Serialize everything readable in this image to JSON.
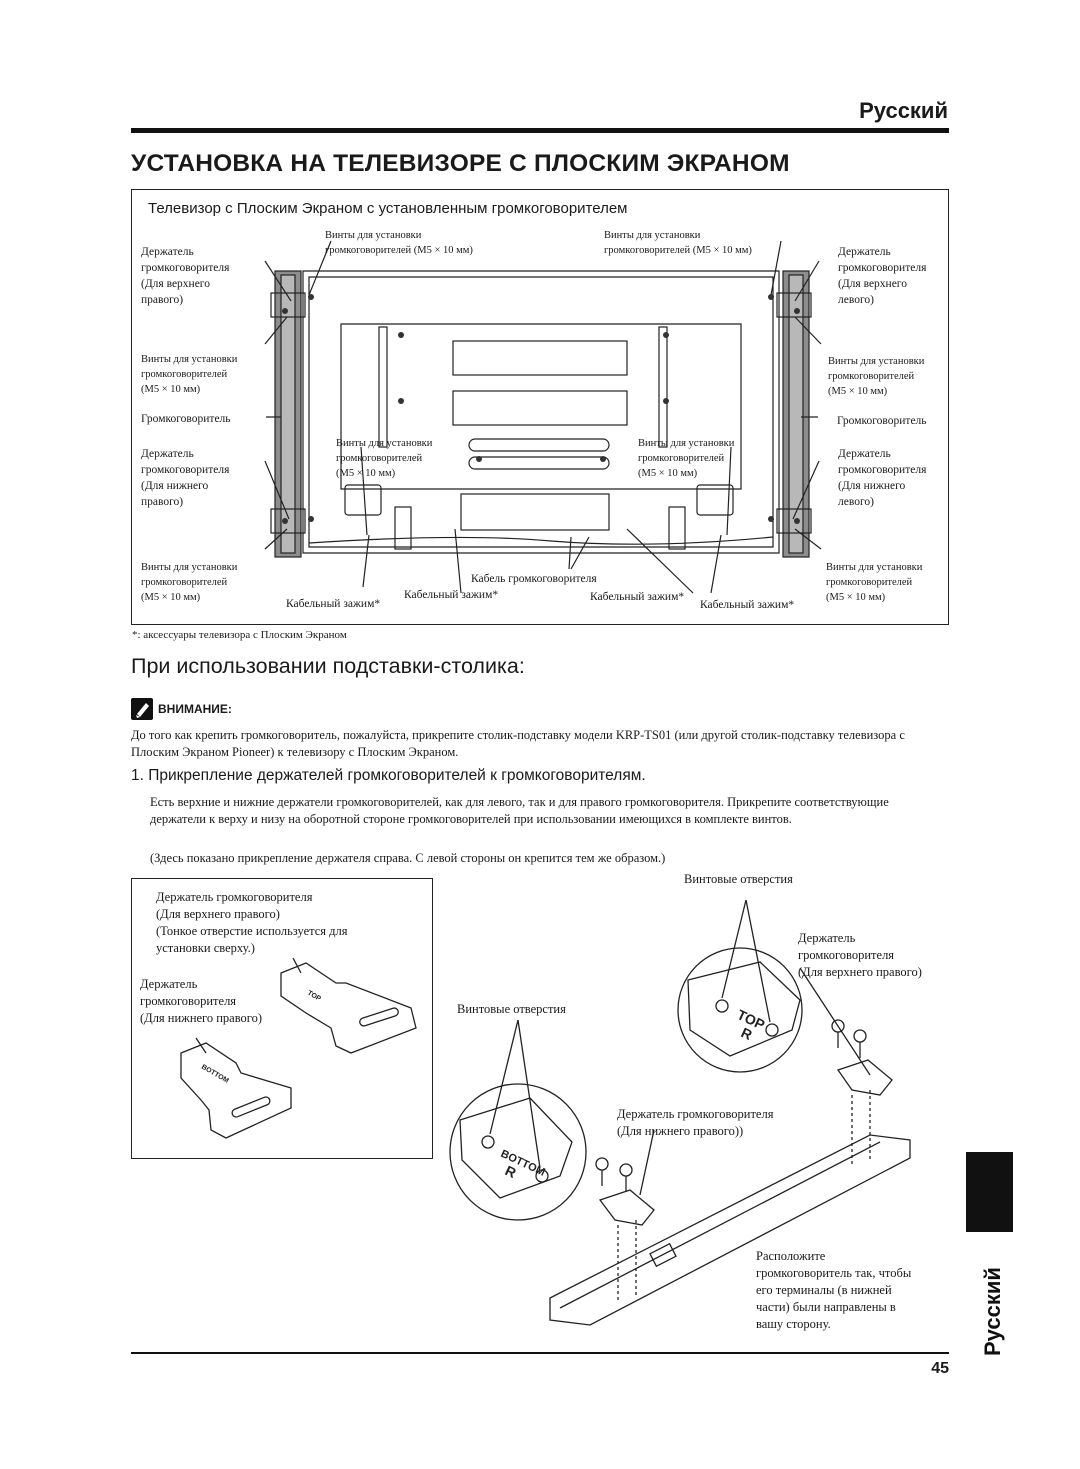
{
  "header": {
    "language": "Русский"
  },
  "title": "УСТАНОВКА НА ТЕЛЕВИЗОРЕ С ПЛОСКИМ ЭКРАНОМ",
  "diagram": {
    "title": "Телевизор с Плоским Экраном с установленным громкоговорителем",
    "screws_top_left": "Винты для установки\nгромкоговорителей (M5 × 10 мм)",
    "screws_top_right": "Винты для установки\nгромкоговорителей (M5 × 10 мм)",
    "holder_upper_right": "Держатель\nгромкоговорителя\n(Для верхнего\nправого)",
    "holder_upper_left": "Держатель\nгромкоговорителя\n(Для верхнего\nлевого)",
    "screws_left_mid": "Винты для установки\nгромкоговорителей\n(M5 × 10 мм)",
    "screws_right_mid": "Винты для установки\nгромкоговорителей\n(M5 × 10 мм)",
    "speaker_left": "Громкоговоритель",
    "speaker_right": "Громкоговоритель",
    "holder_lower_right": "Держатель\nгромкоговорителя\n(Для нижнего\nправого)",
    "holder_lower_left": "Держатель\nгромкоговорителя\n(Для нижнего\nлевого)",
    "screws_center_left": "Винты для установки\nгромкоговорителей\n(M5 × 10 мм)",
    "screws_center_right": "Винты для установки\nгромкоговорителей\n(M5 × 10 мм)",
    "screws_bottom_left": "Винты для установки\nгромкоговорителей\n(M5 × 10 мм)",
    "screws_bottom_right": "Винты для установки\nгромкоговорителей\n(M5 × 10 мм)",
    "speaker_cable": "Кабель громкоговорителя",
    "cable_clamp_1": "Кабельный зажим*",
    "cable_clamp_2": "Кабельный зажим*",
    "cable_clamp_3": "Кабельный зажим*",
    "cable_clamp_4": "Кабельный зажим*"
  },
  "footnote": "*: аксессуары телевизора с Плоским Экраном",
  "section": {
    "title": "При использовании подставки-столика:",
    "caution_label": "ВНИМАНИЕ:",
    "caution_text": "До того как крепить громкоговоритель, пожалуйста, прикрепите столик-подставку модели KRP-TS01 (или другой столик-подставку телевизора с Плоским Экраном Pioneer) к телевизору с Плоским Экраном.",
    "step_title": "1.  Прикрепление держателей громкоговорителей к громкоговорителям.",
    "step_body": "Есть верхние и нижние держатели громкоговорителей, как для левого, так и для правого громкоговорителя. Прикрепите соответствующие держатели к верху и низу на оборотной стороне громкоговорителей при использовании имеющихся в комплекте винтов.",
    "step_note": "(Здесь показано прикрепление держателя справа. С левой стороны он крепится тем же образом.)"
  },
  "figure2": {
    "holder_upper": "Держатель громкоговорителя\n(Для верхнего правого)\n(Тонкое отверстие используется для\nустановки сверху.)",
    "holder_lower": "Держатель\nгромкоговорителя\n(Для нижнего правого)",
    "screw_holes_top": "Винтовые отверстия",
    "screw_holes_mid": "Винтовые отверстия",
    "holder_upper_right": "Держатель\nгромкоговорителя\n(Для верхнего правого)",
    "holder_lower_right": "Держатель громкоговорителя\n(Для нижнего правого))",
    "position_note": "Расположите\nгромкоговоритель так, чтобы\nего терминалы (в нижней\nчасти) были направлены в\nвашу сторону.",
    "mark_top": "TOP",
    "mark_bottom": "BOTTOM",
    "mark_r": "R"
  },
  "side_tab": {
    "language": "Русский"
  },
  "page_number": "45"
}
